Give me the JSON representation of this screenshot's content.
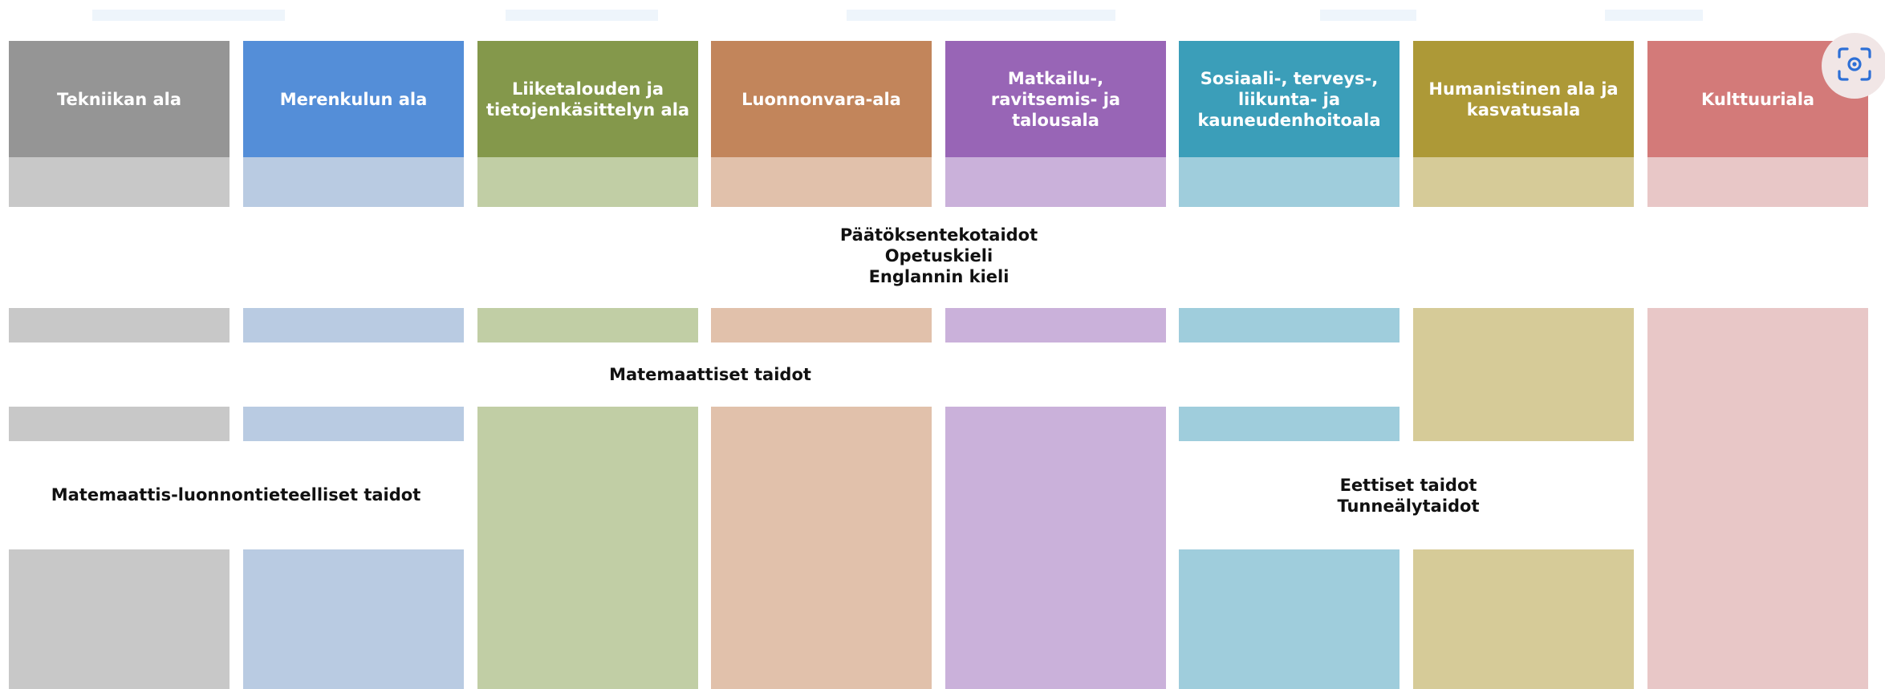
{
  "fields": [
    {
      "key": "tekniikka",
      "label": "Tekniikan ala",
      "color": "#959595",
      "light": "#c8c8c8"
    },
    {
      "key": "merenkulku",
      "label": "Merenkulun ala",
      "color": "#548ed8",
      "light": "#b9cbe2"
    },
    {
      "key": "liiketalous",
      "label": "Liiketalouden ja tietojenkäsittelyn ala",
      "color": "#84984b",
      "light": "#c1cea5"
    },
    {
      "key": "luonnonvara",
      "label": "Luonnonvara-ala",
      "color": "#c2855b",
      "light": "#e1c1ab"
    },
    {
      "key": "matkailu",
      "label": "Matkailu-, ravitsemis- ja talousala",
      "color": "#9865b6",
      "light": "#cab1da"
    },
    {
      "key": "sosiaali",
      "label": "Sosiaali-, terveys-, liikunta- ja kauneudenhoitoala",
      "color": "#3b9eb9",
      "light": "#9fcddc"
    },
    {
      "key": "humanistinen",
      "label": "Humanistinen ala ja kasvatusala",
      "color": "#ad9937",
      "light": "#d6cb98"
    },
    {
      "key": "kulttuuri",
      "label": "Kulttuuriala",
      "color": "#d37a79",
      "light": "#e8c7c7"
    }
  ],
  "skills": {
    "group_all": [
      "Päätöksentekotaidot",
      "Opetuskieli",
      "Englannin kieli"
    ],
    "math": "Matemaattiset taidot",
    "math_science": "Matemaattis-luonnontieteelliset taidot",
    "ethics": [
      "Eettiset taidot",
      "Tunneälytaidot"
    ]
  },
  "icons": {
    "lens": "visual-search-icon"
  }
}
